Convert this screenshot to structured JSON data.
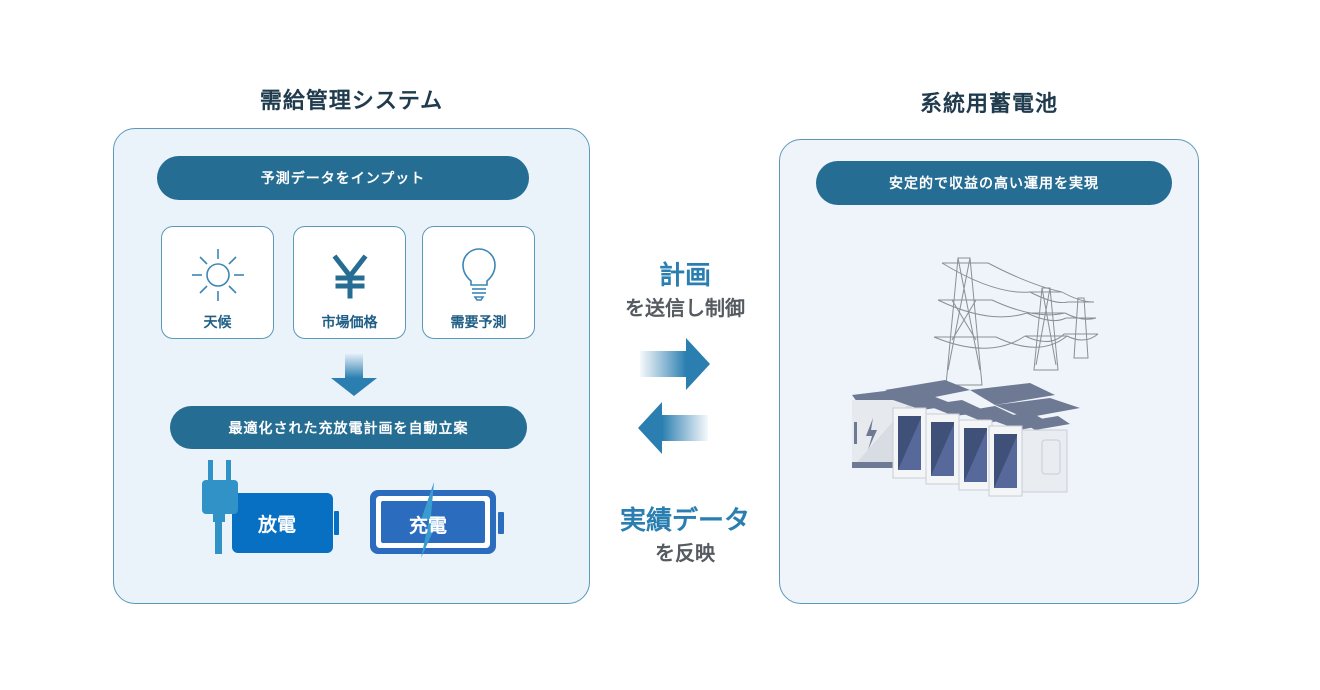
{
  "left": {
    "title": "需給管理システム",
    "input_pill": "予測データをインプット",
    "cards": [
      {
        "label": "天候",
        "icon": "sun-icon"
      },
      {
        "label": "市場価格",
        "icon": "yen-icon"
      },
      {
        "label": "需要予測",
        "icon": "lightbulb-icon"
      }
    ],
    "plan_pill": "最適化された充放電計画を自動立案",
    "batteries": [
      {
        "label": "放電",
        "icon": "discharge-battery-icon"
      },
      {
        "label": "充電",
        "icon": "charge-battery-icon"
      }
    ]
  },
  "middle": {
    "top_heading": "計画",
    "top_sub": "を送信し制御",
    "bottom_heading": "実績データ",
    "bottom_sub": "を反映"
  },
  "right": {
    "title": "系統用蓄電池",
    "pill": "安定的で収益の高い運用を実現",
    "illustration": "battery-storage-and-power-towers"
  },
  "colors": {
    "pill": "#256d93",
    "title": "#1f3b4d",
    "accent": "#2a7fb0",
    "mid_gray": "#555b61"
  }
}
